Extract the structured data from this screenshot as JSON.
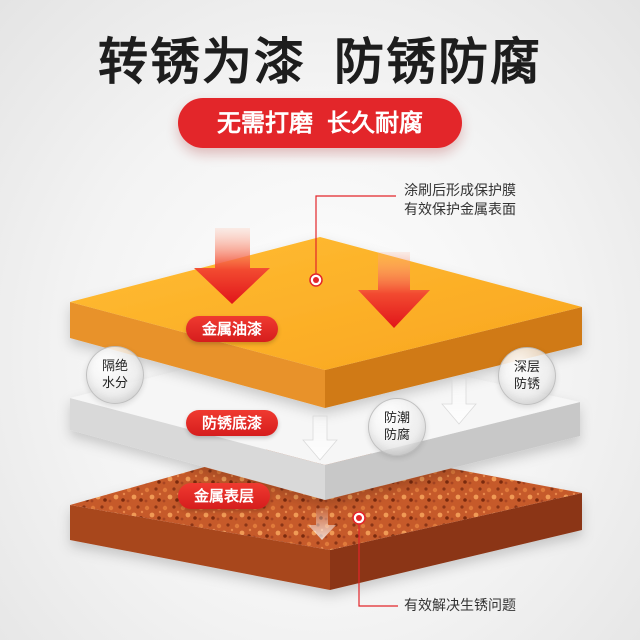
{
  "headline": {
    "part1": "转锈为漆",
    "part2": "防锈防腐"
  },
  "subheadline": {
    "part1": "无需打磨",
    "part2": "长久耐腐"
  },
  "callouts": {
    "top_line1": "涂刷后形成保护膜",
    "top_line2": "有效保护金属表面",
    "bottom": "有效解决生锈问题"
  },
  "layers": [
    {
      "label": "金属油漆"
    },
    {
      "label": "防锈底漆"
    },
    {
      "label": "金属表层"
    }
  ],
  "badges": {
    "left": {
      "line1": "隔绝",
      "line2": "水分"
    },
    "right": {
      "line1": "深层",
      "line2": "防锈"
    },
    "center": {
      "line1": "防潮",
      "line2": "防腐"
    }
  },
  "colors": {
    "accent_red": "#e3262a",
    "paint_top": "#ffb02a",
    "primer": "#f4f4f4",
    "rust": "#c4582a"
  },
  "icons": [
    "down-arrow-icon",
    "callout-dot-icon"
  ]
}
